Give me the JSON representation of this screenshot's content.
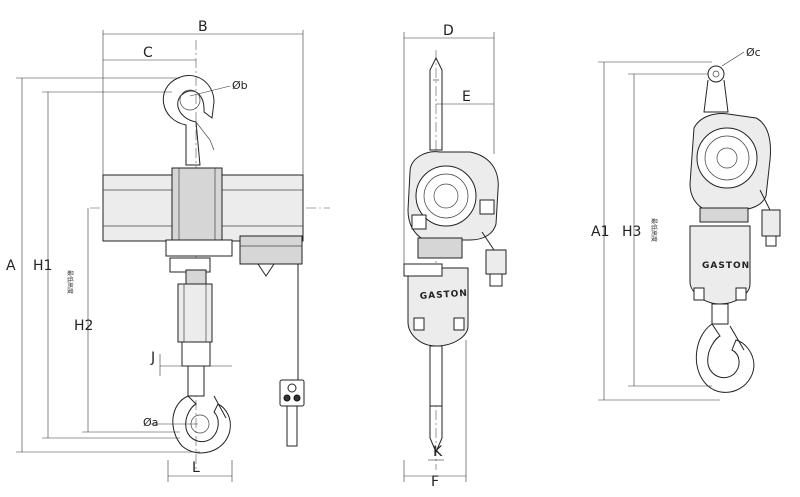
{
  "dimensions": {
    "A": "A",
    "A1": "A1",
    "B": "B",
    "C": "C",
    "D": "D",
    "E": "E",
    "F": "F",
    "H1": "H1",
    "H2": "H2",
    "H3": "H3",
    "J": "J",
    "K": "K",
    "L": "L",
    "phi_a": "Øa",
    "phi_b": "Øb",
    "phi_c": "Øc"
  },
  "notes": {
    "max_lift": "最低高度"
  },
  "branding": {
    "name_side": "GASTON",
    "name_rear": "GASTON"
  }
}
